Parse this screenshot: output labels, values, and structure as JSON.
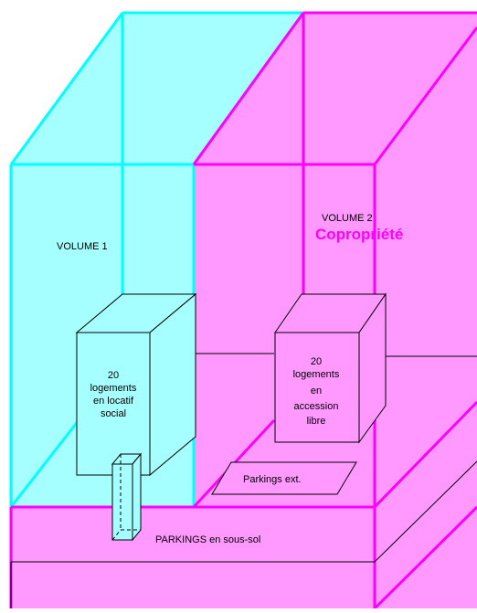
{
  "volume1": {
    "label": "VOLUME 1",
    "color": "#00ffff",
    "fill": "#a6ffff"
  },
  "volume2": {
    "label": "VOLUME 2",
    "title": "Copropriété",
    "color": "#ff00ff",
    "fill": "#ff99ff"
  },
  "block_social": {
    "lines": [
      "20",
      "logements",
      "en locatif",
      "social"
    ]
  },
  "block_libre": {
    "lines": [
      "20",
      "logements",
      "en",
      "accession",
      "libre"
    ]
  },
  "parkings_ext": {
    "label": "Parkings ext."
  },
  "parkings_sous_sol": {
    "label": "PARKINGS en sous-sol"
  }
}
